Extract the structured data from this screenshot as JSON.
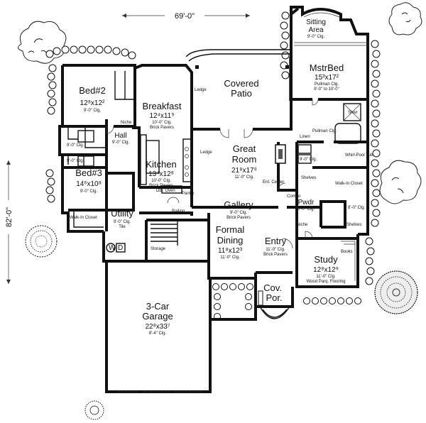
{
  "overall": {
    "width": "69'-0\"",
    "depth": "82'-0\""
  },
  "rooms": {
    "sitting": {
      "name": "Sitting Area",
      "line1": "Sitting",
      "line2": "Area",
      "clg": "9'-0\" Clg."
    },
    "master": {
      "name": "MstrBed",
      "size": "15³x17²",
      "clg1": "Pullman Clg.",
      "clg2": "9'-0\" to 10'-0\""
    },
    "patio": {
      "line1": "Covered",
      "line2": "Patio"
    },
    "bed2": {
      "name": "Bed#2",
      "size": "12⁸x12²",
      "clg": "9'-0\" Clg."
    },
    "breakfast": {
      "name": "Breakfast",
      "size": "12⁴x11⁹",
      "clg": "10'-0\" Clg.",
      "floor": "Brick Pavers"
    },
    "great": {
      "line1": "Great",
      "line2": "Room",
      "size": "21⁸x17⁹",
      "clg": "11'-0\" Clg."
    },
    "kitchen": {
      "name": "Kitchen",
      "size": "13⁴x12⁸",
      "clg": "10'-0\" Clg.",
      "floor": "Brick Pavers"
    },
    "bed3": {
      "name": "Bed#3",
      "size": "14⁶x10⁸",
      "clg": "9'-0\" Clg."
    },
    "hall": {
      "name": "Hall",
      "clg": "9'-0\" Clg."
    },
    "gallery": {
      "name": "Gallery",
      "clg": "9'-0\" Clg.",
      "floor": "Brick Pavers"
    },
    "utility": {
      "name": "Utility",
      "clg": "9'-0\" Clg.",
      "floor": "Tile"
    },
    "formal": {
      "line1": "Formal",
      "line2": "Dining",
      "size": "11⁸x12³",
      "clg": "11'-0\" Clg."
    },
    "entry": {
      "name": "Entry",
      "clg": "11'-0\" Clg.",
      "floor": "Brick Pavers"
    },
    "pwdr": {
      "name": "Pwdr",
      "clg": "8'-0\" Clg."
    },
    "study": {
      "name": "Study",
      "size": "12⁸x12⁹",
      "clg": "11'-0\" Clg.",
      "floor": "Wood Parq. Flooring"
    },
    "covpor": {
      "line1": "Cov.",
      "line2": "Por."
    },
    "garage": {
      "line1": "3-Car",
      "line2": "Garage",
      "size": "22⁸x33⁷",
      "clg": "8'-4\" Clg."
    }
  },
  "notes": {
    "walkin_mstr": "Walk-In Closet",
    "walkin_bed": "Walk-In Closet",
    "pullman": "Pullman Clg.",
    "pool_tub": "Whirl-Pool Tub",
    "shwr": "Shwr",
    "linen": "Linen",
    "shelves": "Shelves",
    "shelves2": "Shelves",
    "books": "Books",
    "niche": "Niche",
    "niche2": "Niche",
    "combo": "Combo",
    "ent_center": "Ent. Center",
    "ledge": "Ledge",
    "ledge2": "Ledge",
    "railing": "Railing",
    "pantry": "Pantry",
    "storage": "Storage",
    "w": "W",
    "d": "D",
    "dbl_oven": "Dbl. Oven",
    "clg9a": "9'-0\" Clg.",
    "clg9b": "9'-0\" Clg.",
    "clg9c": "9'-0\" Clg.",
    "clg8": "8'-0\" Clg."
  }
}
